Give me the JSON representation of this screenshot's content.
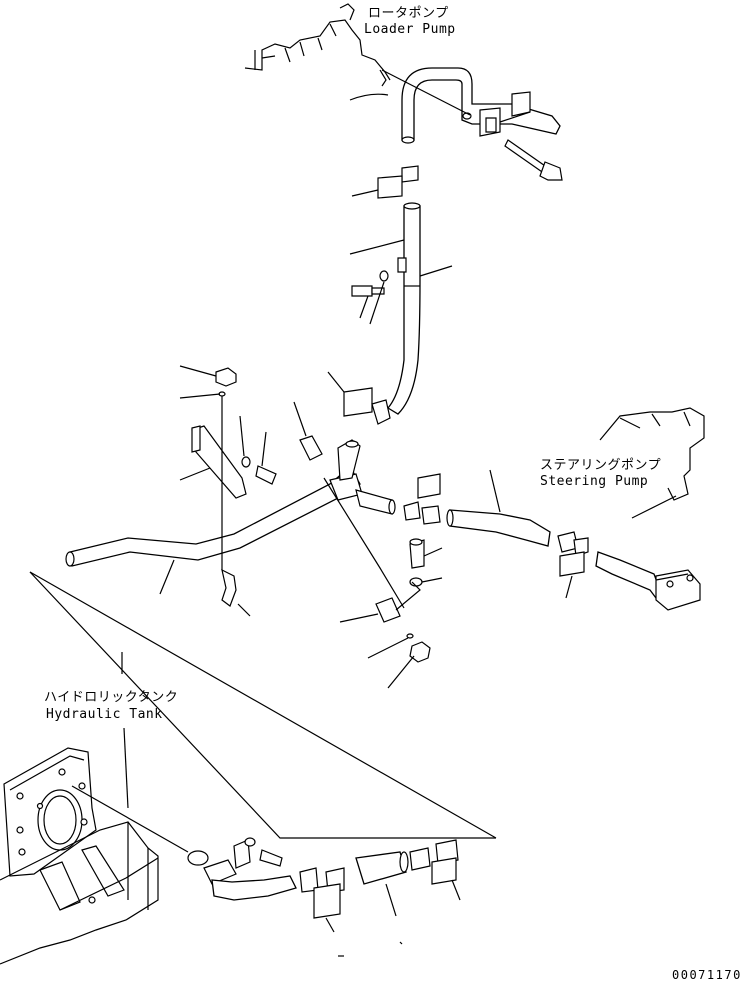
{
  "labels": {
    "loader_pump_jp": "ロータポンプ",
    "loader_pump_en": "Loader Pump",
    "steering_pump_jp": "ステアリングポンプ",
    "steering_pump_en": "Steering Pump",
    "hydraulic_tank_jp": "ハイドロリックタンク",
    "hydraulic_tank_en": "Hydraulic Tank"
  },
  "drawing_number": "00071170"
}
